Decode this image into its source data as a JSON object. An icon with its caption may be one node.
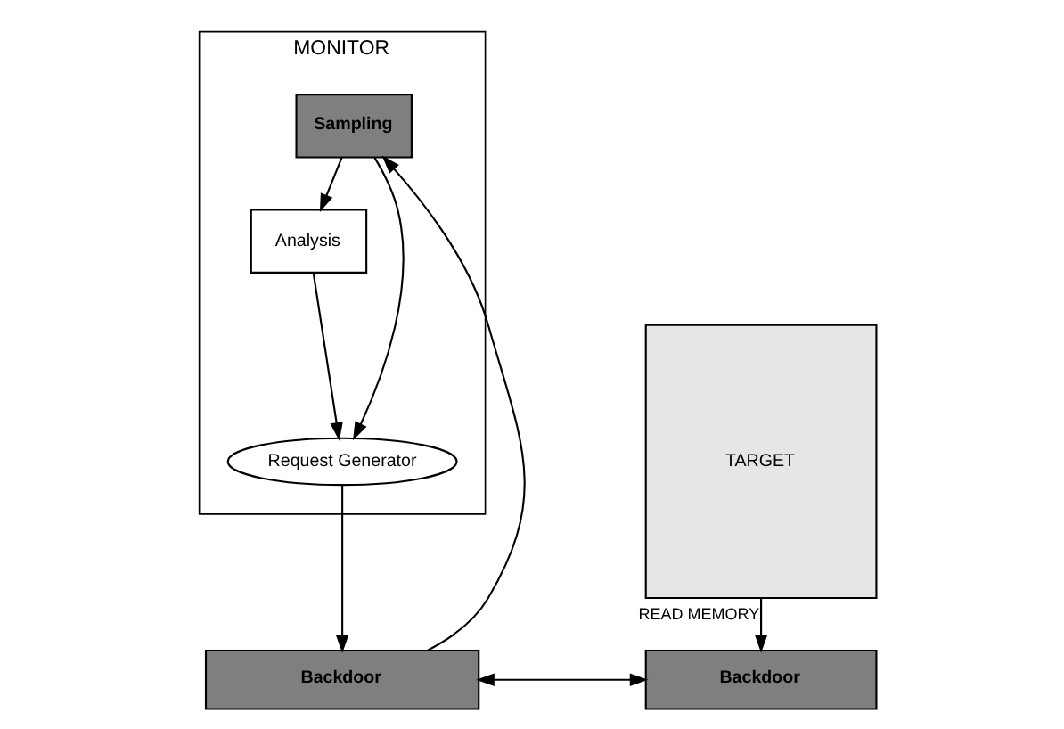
{
  "diagram": {
    "nodes": [
      {
        "text": [
          "MONITOR"
        ]
      },
      {
        "text": [
          "Sampling"
        ],
        "in": 0
      },
      {
        "text": [
          "Analysis"
        ],
        "in": 0
      },
      {
        "text": [
          "Request Generator"
        ],
        "in": 0
      },
      {
        "text": [
          "TARGET"
        ]
      },
      {
        "text": [
          "Backdoor"
        ]
      },
      {
        "text": [
          "Backdoor"
        ]
      }
    ],
    "edges": [
      {
        "from": 1,
        "to": 2,
        "arrow": "to"
      },
      {
        "from": 1,
        "to": 3,
        "arrow": "to"
      },
      {
        "from": 2,
        "to": 3,
        "arrow": "to"
      },
      {
        "from": 3,
        "to": 5,
        "arrow": "to"
      },
      {
        "from": 5,
        "to": 1,
        "arrow": "to"
      },
      {
        "from": 4,
        "to": 6,
        "arrow": "to",
        "label": "READ MEMORY"
      },
      {
        "from": 5,
        "to": 6,
        "arrow": "both"
      }
    ]
  }
}
